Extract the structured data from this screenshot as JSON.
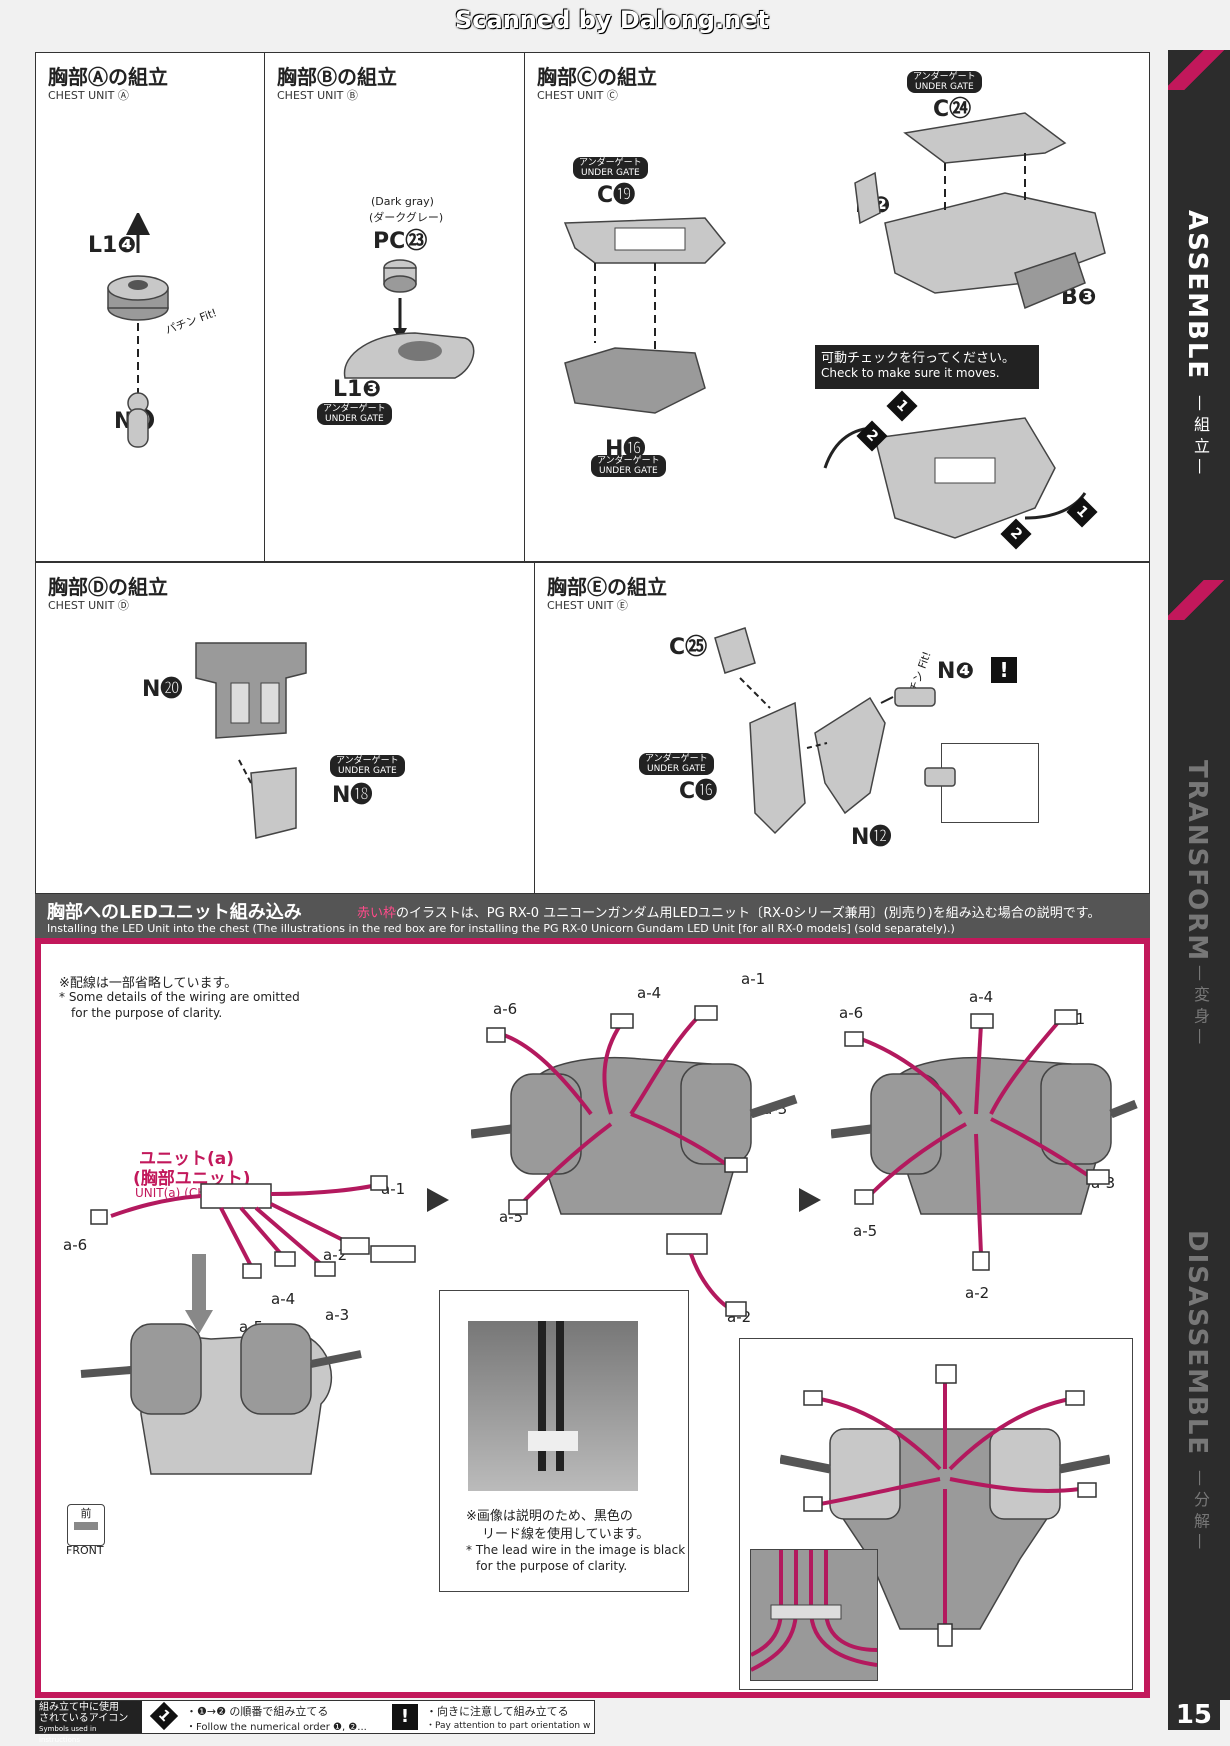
{
  "scan_banner": "Scanned by Dalong.net",
  "panels": {
    "a": {
      "title": "胸部Ⓐの組立",
      "sub": "CHEST UNIT Ⓐ",
      "parts": {
        "l1": "L1❹",
        "n": "N⓳",
        "fit": "パチン Fit!"
      }
    },
    "b": {
      "title": "胸部Ⓑの組立",
      "sub": "CHEST UNIT Ⓑ",
      "parts": {
        "color_en": "(Dark gray)",
        "color_jp": "(ダークグレー)",
        "pc": "PC㉓",
        "l1": "L1❸"
      },
      "ug_jp": "アンダーゲート",
      "ug_en": "UNDER GATE"
    },
    "c": {
      "title": "胸部Ⓒの組立",
      "sub": "CHEST UNIT Ⓒ",
      "parts": {
        "c19": "C⓳",
        "h16": "H⓰",
        "c24": "C㉔",
        "b2": "B❷",
        "b3": "B❸"
      },
      "ug_jp": "アンダーゲート",
      "ug_en": "UNDER GATE",
      "check_jp": "可動チェックを行ってください。",
      "check_en": "Check to make sure it moves.",
      "step1": "1",
      "step2": "2"
    },
    "d": {
      "title": "胸部Ⓓの組立",
      "sub": "CHEST UNIT Ⓓ",
      "parts": {
        "n20": "N⓴",
        "n18": "N⓲"
      },
      "ug_jp": "アンダーゲート",
      "ug_en": "UNDER GATE"
    },
    "e": {
      "title": "胸部Ⓔの組立",
      "sub": "CHEST UNIT Ⓔ",
      "parts": {
        "c25": "C㉕",
        "c16": "C⓰",
        "n4": "N❹",
        "n12": "N⓬",
        "fit": "パチン Fit!",
        "warn": "!"
      },
      "ug_jp": "アンダーゲート",
      "ug_en": "UNDER GATE"
    }
  },
  "led": {
    "title_jp": "胸部へのLEDユニット組み込み",
    "desc_jp_red": "赤い枠",
    "desc_jp": "のイラストは、PG RX-0 ユニコーンガンダム用LEDユニット〔RX-0シリーズ兼用〕(別売り)を組み込む場合の説明です。",
    "desc_en": "Installing the LED Unit into the chest (The illustrations in the red box are for installing the PG RX-0 Unicorn Gundam LED Unit [for all RX-0 models] (sold separately).)",
    "omit_jp": "※配線は一部省略しています。",
    "omit_en1": "* Some details of the wiring are omitted",
    "omit_en2": "for the purpose of clarity.",
    "unit_jp1": "ユニット(a)",
    "unit_jp2": "(胸部ユニット)",
    "unit_en": "UNIT(a) (CHEST UNIT)",
    "front_jp": "前",
    "front_en": "FRONT",
    "wires": {
      "a1": "a-1",
      "a2": "a-2",
      "a3": "a-3",
      "a4": "a-4",
      "a5": "a-5",
      "a6": "a-6"
    },
    "photo_jp1": "※画像は説明のため、黒色の",
    "photo_jp2": "リード線を使用しています。",
    "photo_en1": "* The lead wire in the image is black",
    "photo_en2": "for the purpose of clarity."
  },
  "legend": {
    "label_jp1": "組み立て中に使用",
    "label_jp2": "されているアイコン",
    "label_en": "Symbols used in instructions",
    "order_jp": "・❶→❷ の順番で組み立てる",
    "order_en": "・Follow the numerical order ❶, ❷...",
    "order_icon": "1",
    "warn_icon": "!",
    "warn_jp": "・向きに注意して組み立てる",
    "warn_en": "・Pay attention to part orientation when assembling."
  },
  "sidebar": {
    "assemble": "ASSEMBLE",
    "assemble_jp": "— 組 立 —",
    "transform": "TRANSFORM",
    "transform_jp": "— 変 身 —",
    "disassemble": "DISASSEMBLE",
    "disassemble_jp": "— 分 解 —"
  },
  "page_number": "15",
  "colors": {
    "wire": "#b3195e",
    "frame": "#c2185b",
    "sidebar": "#2c2c2c"
  }
}
